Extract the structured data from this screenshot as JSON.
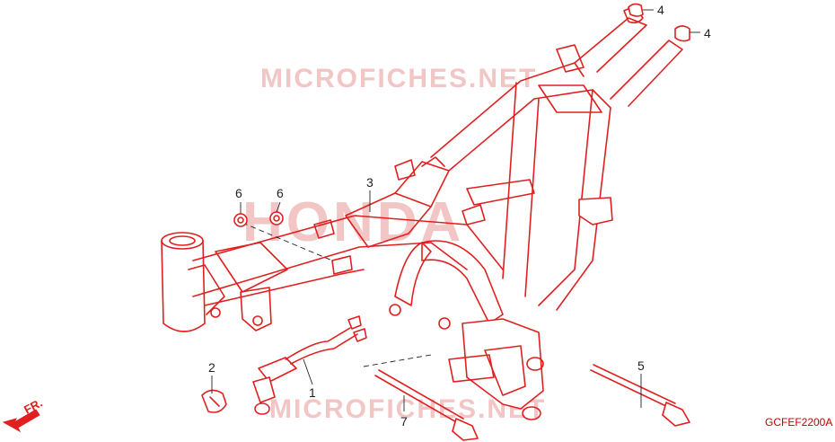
{
  "watermarks": {
    "top": "MICROFICHES.NET",
    "middle": "HONDA",
    "bottom": "MICROFICHES.NET"
  },
  "callouts": [
    {
      "id": "c1",
      "label": "1"
    },
    {
      "id": "c2",
      "label": "2"
    },
    {
      "id": "c3",
      "label": "3"
    },
    {
      "id": "c4a",
      "label": "4"
    },
    {
      "id": "c4b",
      "label": "4"
    },
    {
      "id": "c5",
      "label": "5"
    },
    {
      "id": "c6a",
      "label": "6"
    },
    {
      "id": "c6b",
      "label": "6"
    },
    {
      "id": "c7",
      "label": "7"
    }
  ],
  "direction": {
    "label": "FR."
  },
  "diagram_code": "GCFEF2200A",
  "colors": {
    "line": "#e02020",
    "watermark": "#f3c6c6",
    "text": "#222222"
  }
}
